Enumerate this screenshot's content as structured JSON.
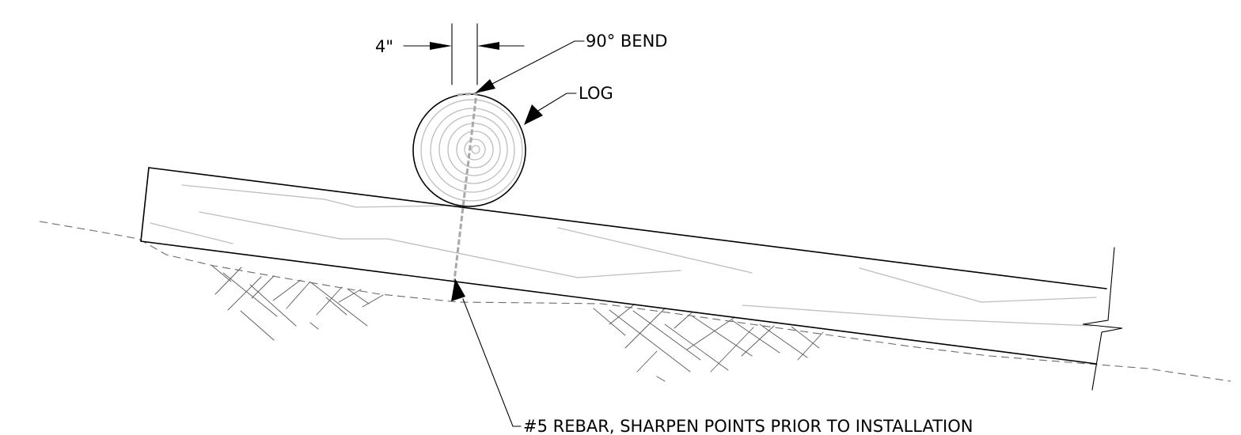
{
  "labels": {
    "dimension": "4\"",
    "bend": "90° BEND",
    "log": "LOG",
    "rebar": "#5 REBAR, SHARPEN POINTS PRIOR TO INSTALLATION"
  }
}
